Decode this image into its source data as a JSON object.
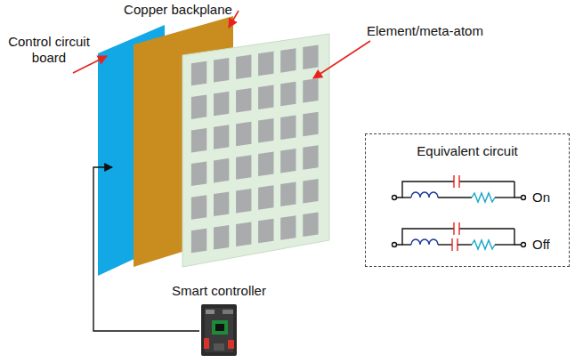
{
  "diagram": {
    "nodes": [
      {
        "text": [
          "Equivalent circuit"
        ]
      }
    ],
    "labels": [
      "Copper backplane",
      "Control circuit board",
      "Element/meta-atom",
      "Smart controller",
      "On",
      "Off"
    ]
  }
}
